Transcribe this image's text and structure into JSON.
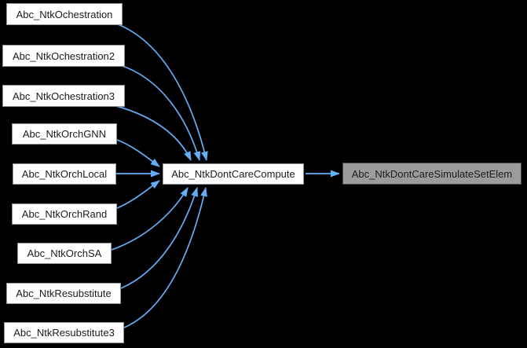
{
  "graph": {
    "type": "caller-graph",
    "center": {
      "label": "Abc_NtkDontCareCompute"
    },
    "target": {
      "label": "Abc_NtkDontCareSimulateSetElem"
    },
    "callers": [
      {
        "label": "Abc_NtkOchestration"
      },
      {
        "label": "Abc_NtkOchestration2"
      },
      {
        "label": "Abc_NtkOchestration3"
      },
      {
        "label": "Abc_NtkOrchGNN"
      },
      {
        "label": "Abc_NtkOrchLocal"
      },
      {
        "label": "Abc_NtkOrchRand"
      },
      {
        "label": "Abc_NtkOrchSA"
      },
      {
        "label": "Abc_NtkResubstitute"
      },
      {
        "label": "Abc_NtkResubstitute3"
      }
    ],
    "edges": [
      {
        "from": "Abc_NtkOchestration",
        "to": "Abc_NtkDontCareCompute"
      },
      {
        "from": "Abc_NtkOchestration2",
        "to": "Abc_NtkDontCareCompute"
      },
      {
        "from": "Abc_NtkOchestration3",
        "to": "Abc_NtkDontCareCompute"
      },
      {
        "from": "Abc_NtkOrchGNN",
        "to": "Abc_NtkDontCareCompute"
      },
      {
        "from": "Abc_NtkOrchLocal",
        "to": "Abc_NtkDontCareCompute"
      },
      {
        "from": "Abc_NtkOrchRand",
        "to": "Abc_NtkDontCareCompute"
      },
      {
        "from": "Abc_NtkOrchSA",
        "to": "Abc_NtkDontCareCompute"
      },
      {
        "from": "Abc_NtkResubstitute",
        "to": "Abc_NtkDontCareCompute"
      },
      {
        "from": "Abc_NtkResubstitute3",
        "to": "Abc_NtkDontCareCompute"
      },
      {
        "from": "Abc_NtkDontCareCompute",
        "to": "Abc_NtkDontCareSimulateSetElem"
      }
    ]
  },
  "colors": {
    "background": "#000000",
    "edge": "#63aef7",
    "node_fill": "#ffffff",
    "node_border": "#8f959d",
    "highlight_fill": "#9c9c9c",
    "highlight_border": "#45484f",
    "text": "#1c1c1c"
  }
}
